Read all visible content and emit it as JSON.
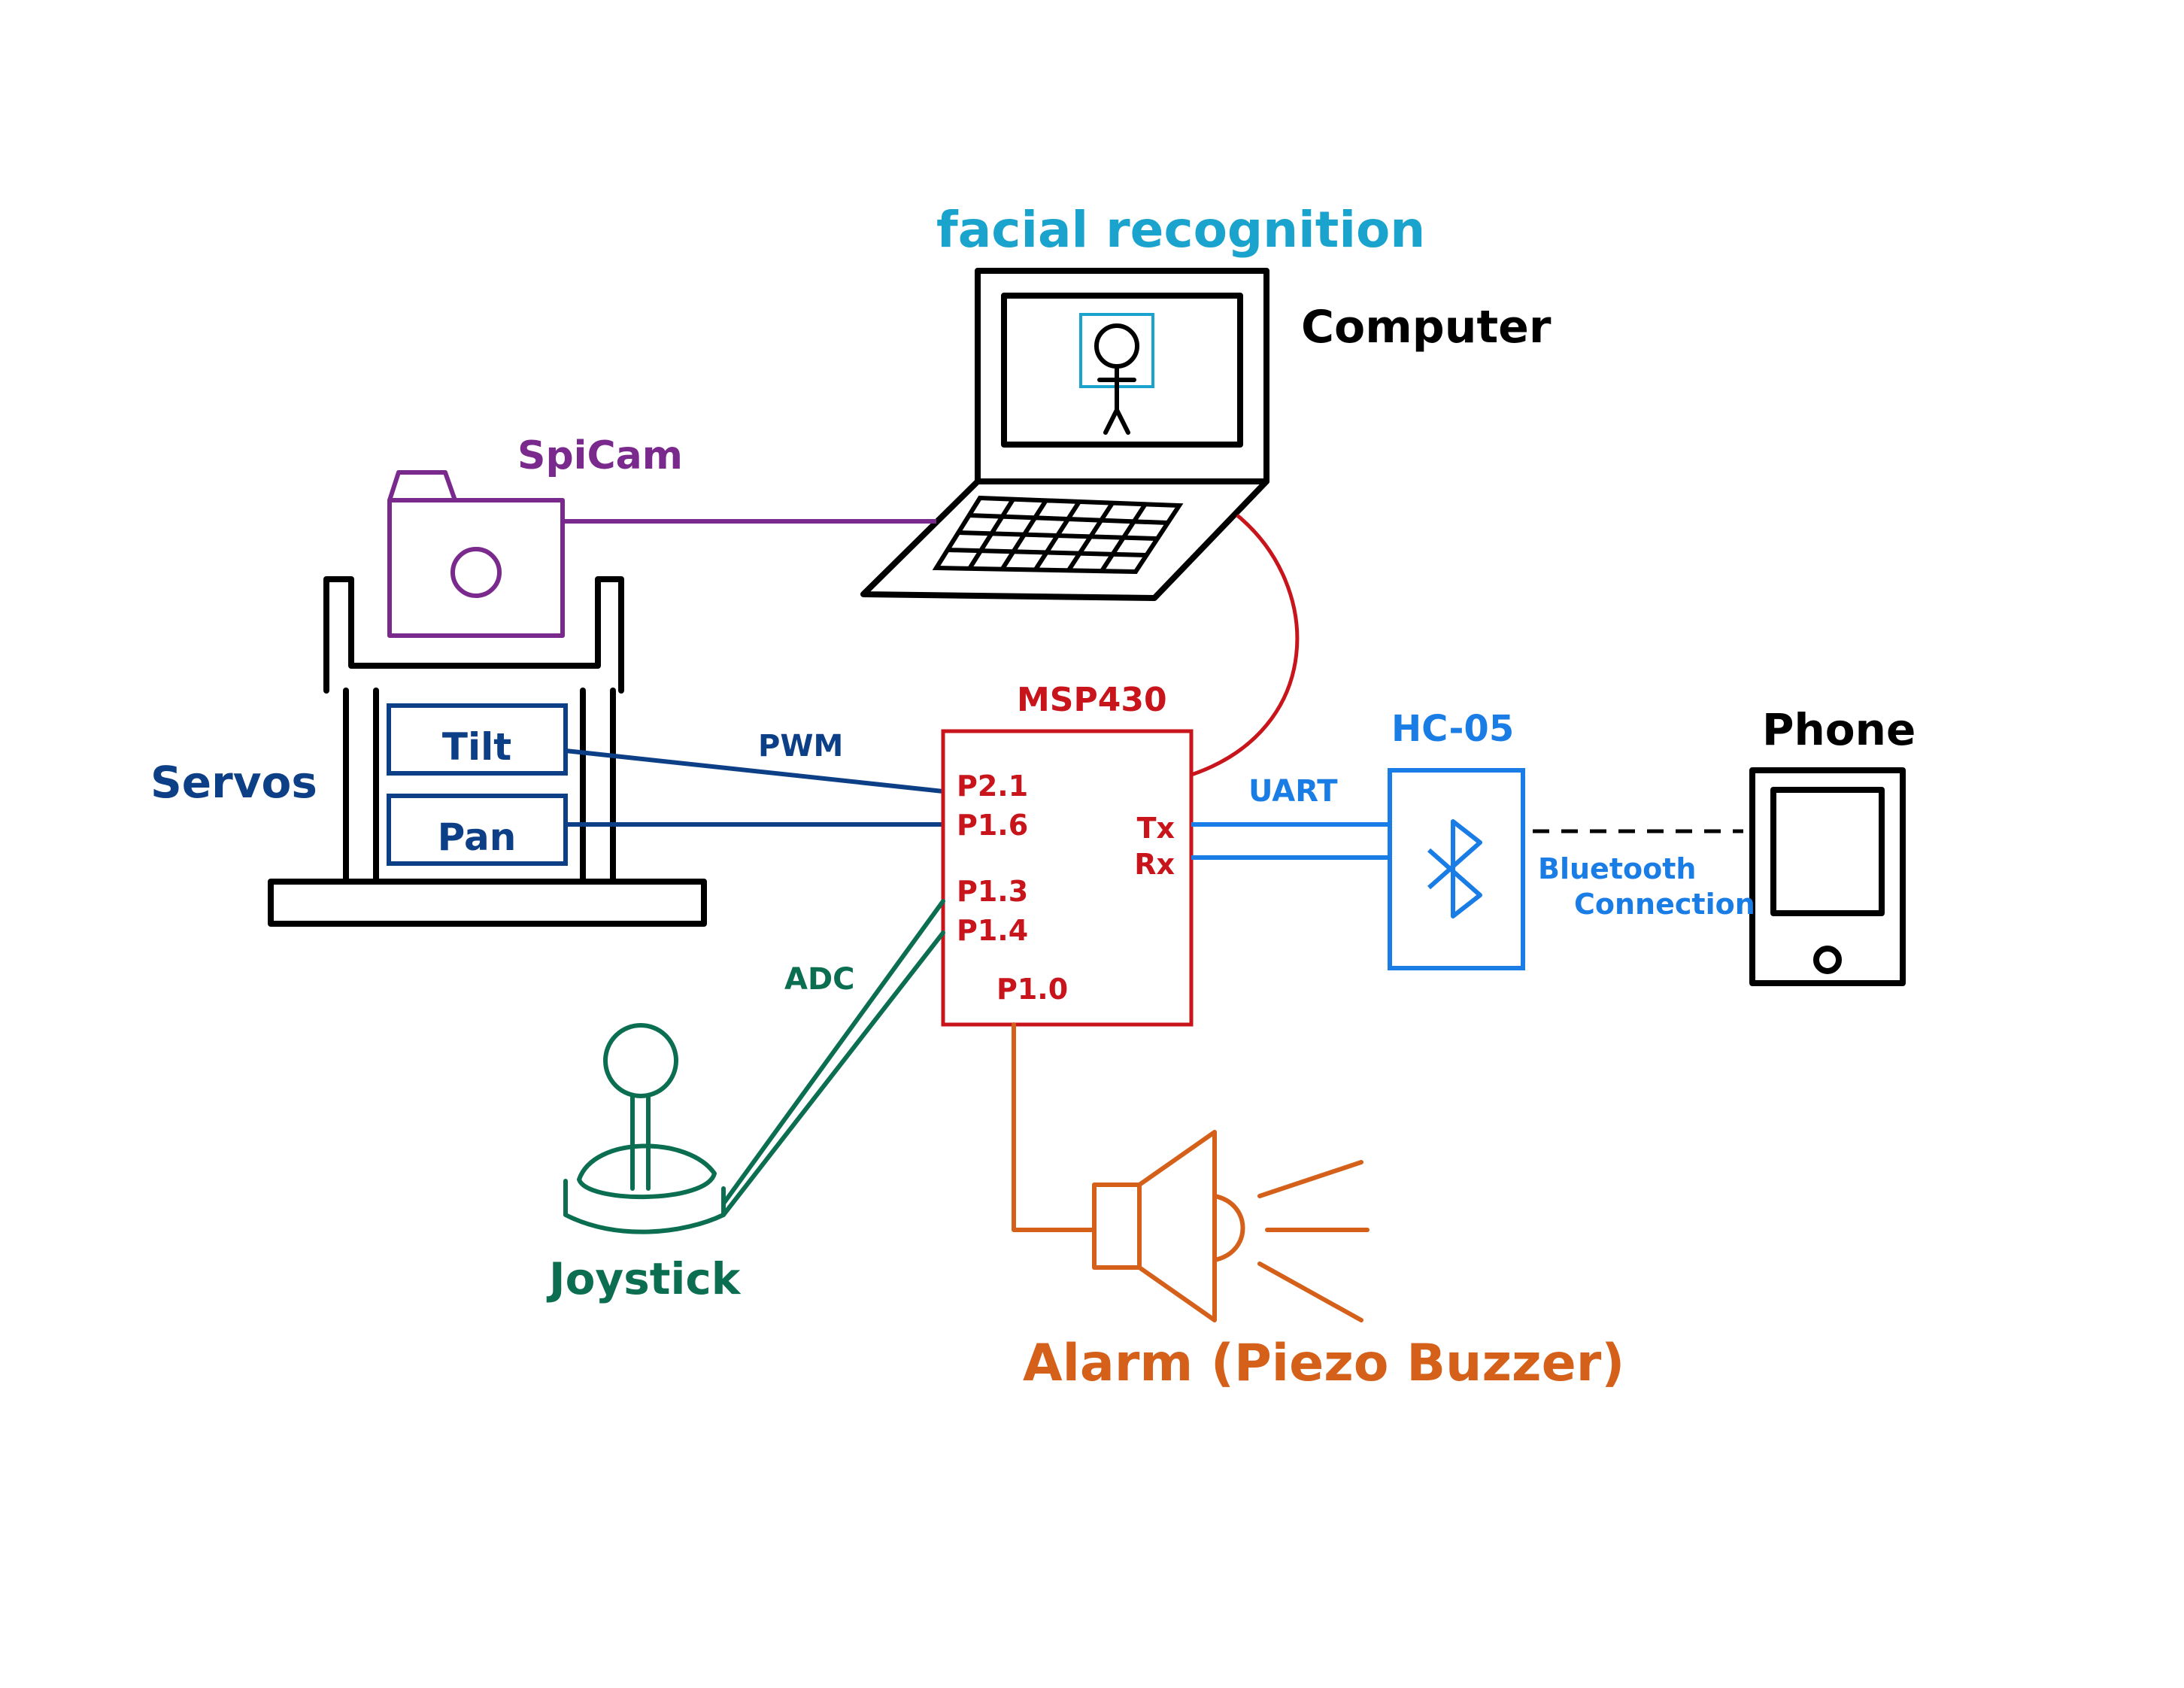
{
  "labels": {
    "facial_recognition": "facial recognition",
    "computer": "Computer",
    "spicam": "SpiCam",
    "servos": "Servos",
    "tilt": "Tilt",
    "pan": "Pan",
    "pwm": "PWM",
    "msp430": "MSP430",
    "hc05": "HC-05",
    "phone": "Phone",
    "uart": "UART",
    "bluetooth": "Bluetooth",
    "connection": "Connection",
    "adc": "ADC",
    "joystick": "Joystick",
    "alarm": "Alarm (Piezo Buzzer)"
  },
  "pins": {
    "p21": "P2.1",
    "p16": "P1.6",
    "p13": "P1.3",
    "p14": "P1.4",
    "p10": "P1.0",
    "tx": "Tx",
    "rx": "Rx"
  },
  "colors": {
    "computer": "#000000",
    "facial_recognition": "#1aa3cc",
    "spicam": "#7a2a8c",
    "servos": "#0d3f86",
    "msp430": "#c8141b",
    "hc05": "#1a7de6",
    "joystick": "#0c6e50",
    "alarm": "#d4601a"
  }
}
